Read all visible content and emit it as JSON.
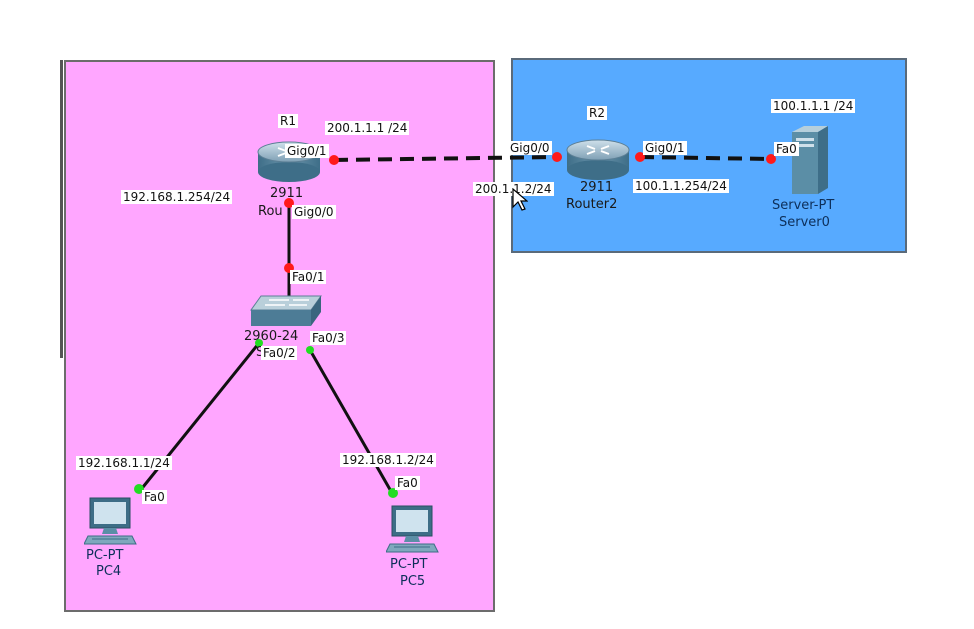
{
  "areas": {
    "left_color": "#ffa6ff",
    "right_color": "#57aaff"
  },
  "devices": {
    "r1": {
      "hostname": "R1",
      "model": "2911",
      "name": "Rou"
    },
    "r2": {
      "hostname": "R2",
      "model": "2911",
      "name": "Router2"
    },
    "switch": {
      "model": "2960-24",
      "name": "S"
    },
    "server": {
      "type": "Server-PT",
      "name": "Server0",
      "ip": "100.1.1.1 /24"
    },
    "pc4": {
      "type": "PC-PT",
      "name": "PC4",
      "ip": "192.168.1.1/24"
    },
    "pc5": {
      "type": "PC-PT",
      "name": "PC5",
      "ip": "192.168.1.2/24"
    }
  },
  "interfaces": {
    "r1_gig01": "Gig0/1",
    "r1_gig00": "Gig0/0",
    "r1_gig01_ip": "200.1.1.1 /24",
    "r1_gig00_ip": "192.168.1.254/24",
    "r2_gig00": "Gig0/0",
    "r2_gig01": "Gig0/1",
    "r2_gig00_ip": "200.1.1.2/24",
    "r2_gig01_ip": "100.1.1.254/24",
    "server_fa0": "Fa0",
    "sw_fa01": "Fa0/1",
    "sw_fa02": "Fa0/2",
    "sw_fa03": "Fa0/3",
    "pc4_fa0": "Fa0",
    "pc5_fa0": "Fa0"
  },
  "colors": {
    "link_down": "#ff1a1a",
    "link_up": "#22dd22",
    "cable": "#111111"
  }
}
